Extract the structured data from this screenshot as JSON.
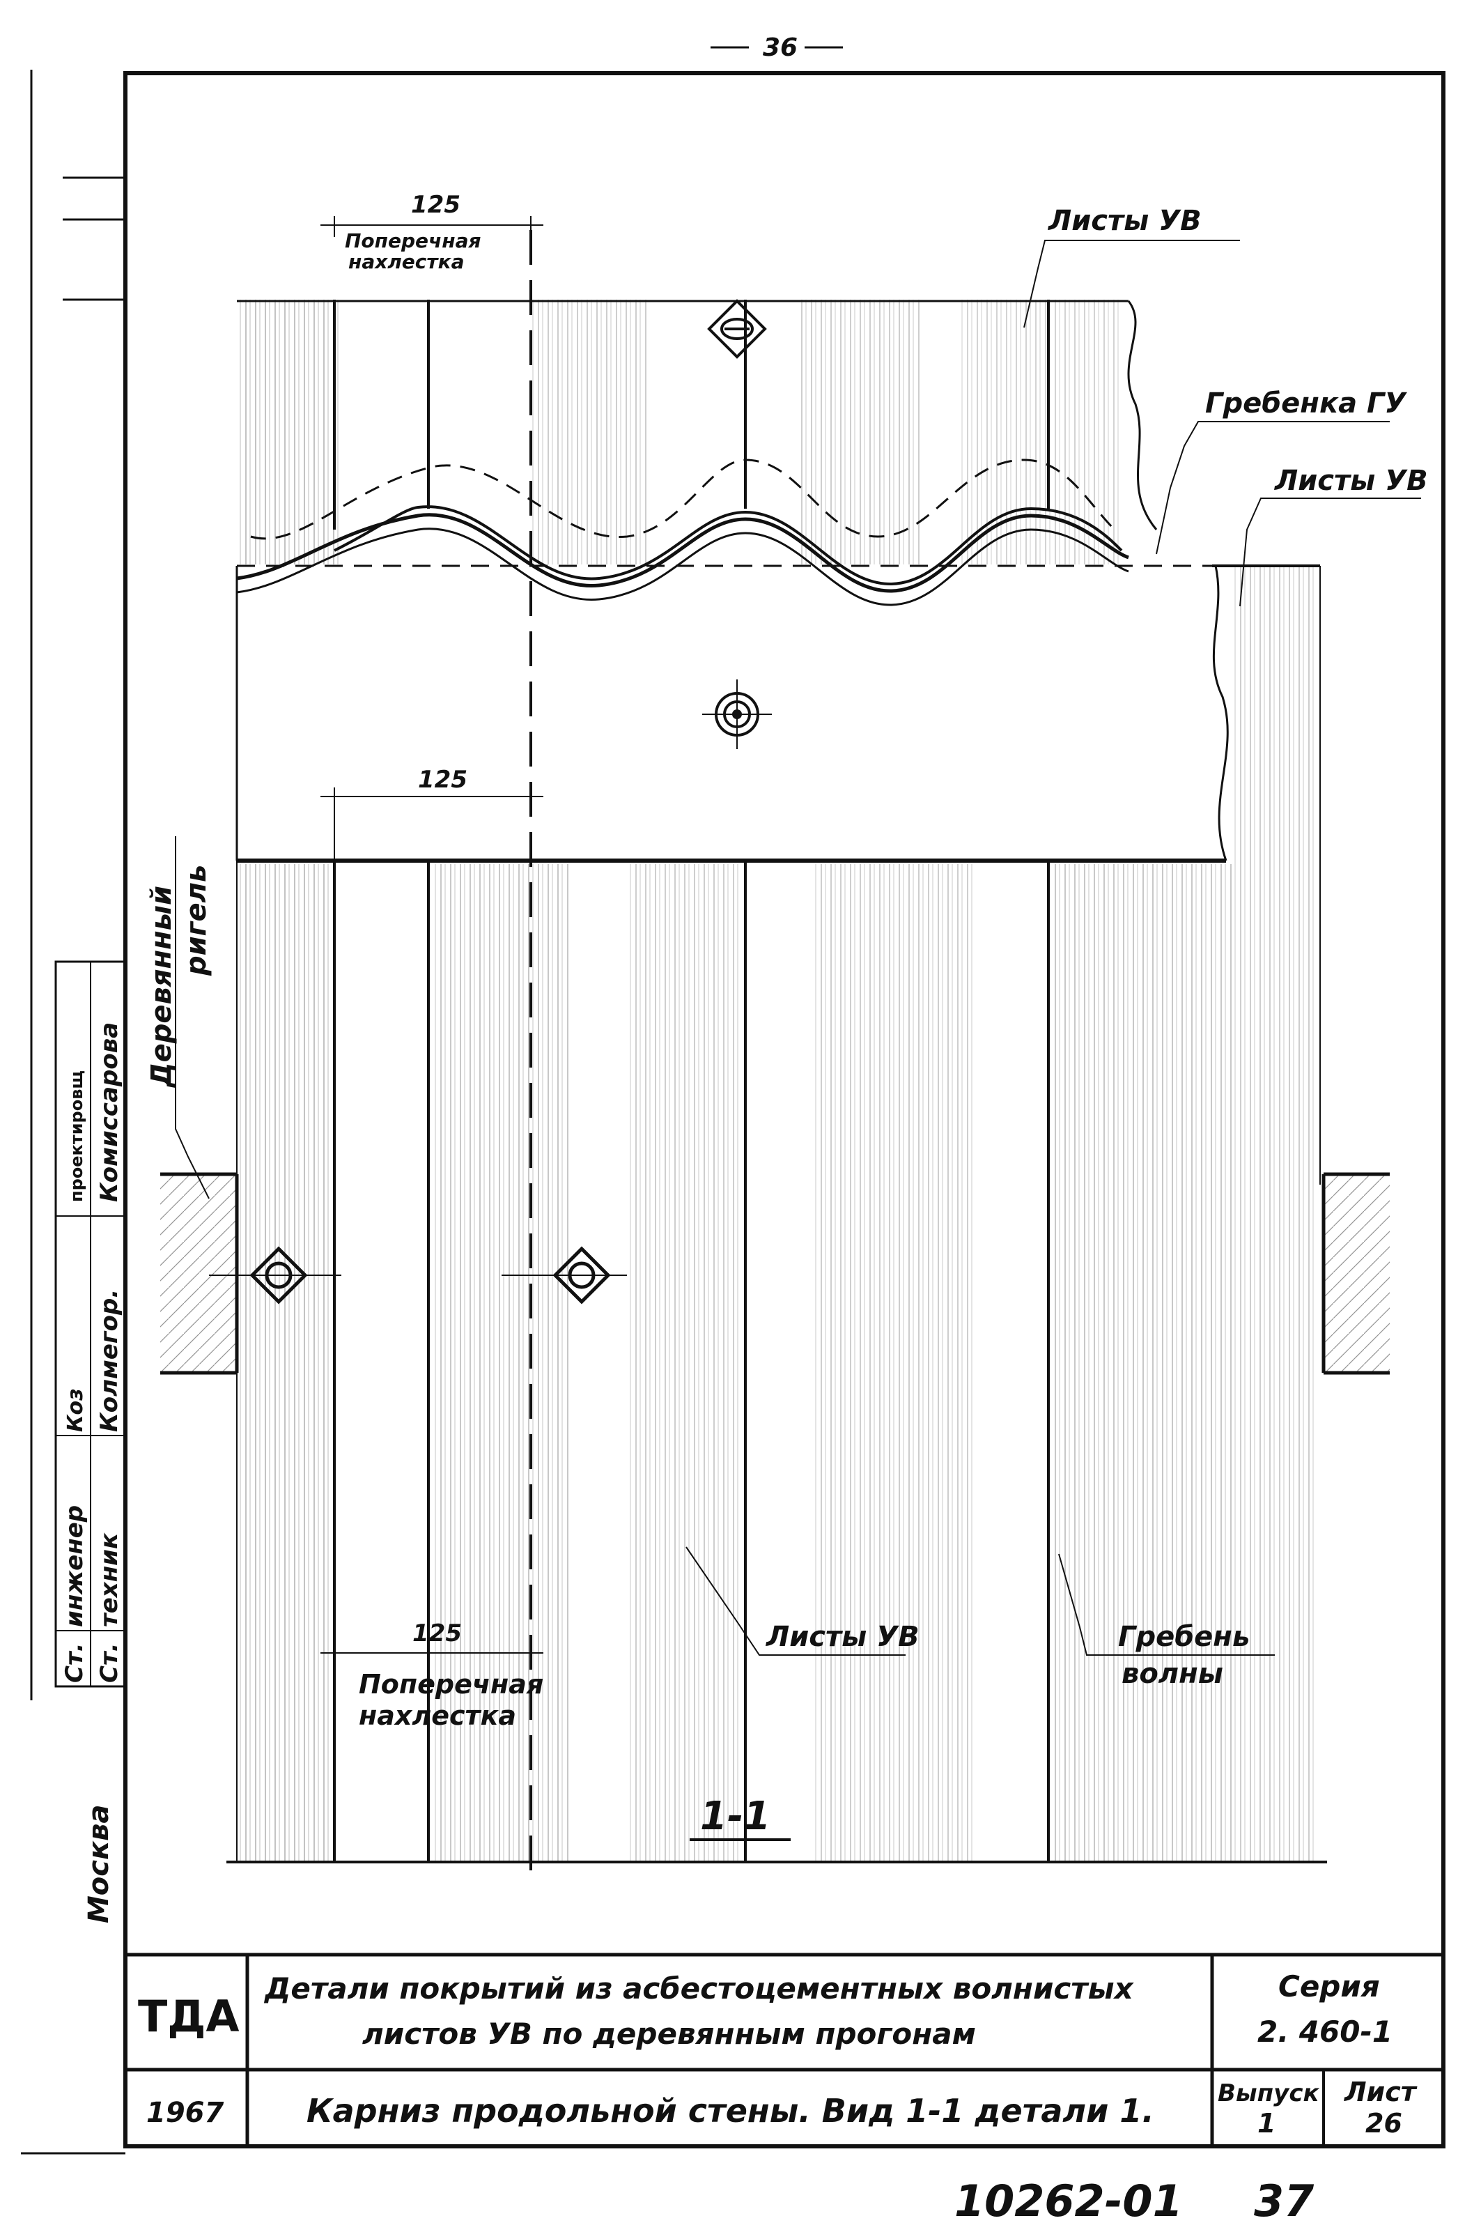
{
  "page_number": "36",
  "drawing_labels": {
    "sheets_uv_top": "Листы УВ",
    "ridge_gu": "Гребенка ГУ",
    "sheets_uv_right": "Листы УВ",
    "sheets_uv_bottom": "Листы УВ",
    "wave_crest_line1": "Гребень",
    "wave_crest_line2": "волны",
    "wooden_girt_line1": "Деревянный",
    "wooden_girt_line2": "ригель",
    "overlap_top_line1": "Поперечная",
    "overlap_top_line2": "нахлестка",
    "overlap_bottom_line1": "Поперечная",
    "overlap_bottom_line2": "нахлестка",
    "dim_top": "125",
    "dim_middle": "125",
    "dim_bottom": "125",
    "section_mark": "1-1"
  },
  "side_stamp": {
    "row1_role": "Ст.",
    "row1_position": "инженер",
    "row1_sign": "Коз",
    "row1_name": "Комиссарова",
    "row1_extra": "проектировщ",
    "row2_role": "Ст.",
    "row2_position": "техник",
    "row2_name": "Колмегор.",
    "city": "Москва"
  },
  "title_block": {
    "org": "ТДА",
    "year": "1967",
    "title_line1": "Детали покрытий из асбестоцементных волнистых",
    "title_line2": "листов УВ по деревянным прогонам",
    "subtitle": "Карниз продольной стены. Вид 1-1 детали 1.",
    "series_label": "Серия",
    "series_value": "2. 460-1",
    "issue_label": "Выпуск",
    "issue_value": "1",
    "sheet_label": "Лист",
    "sheet_value": "26"
  },
  "archive_number": "10262-01",
  "archive_page": "37"
}
